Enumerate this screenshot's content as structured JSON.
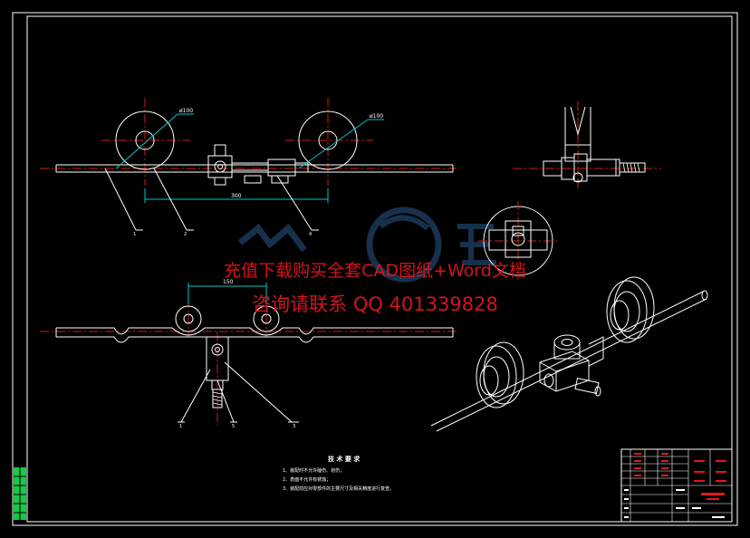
{
  "drawing": {
    "dimensions": {
      "front_diameter_1": "ø100",
      "front_diameter_2": "ø100",
      "front_span": "300",
      "bottom_span": "150"
    },
    "callouts": {
      "front_1": "1",
      "front_2": "2",
      "front_4": "4",
      "bottom_1": "1",
      "bottom_5": "5",
      "bottom_3": "3"
    }
  },
  "tech_requirements": {
    "title": "技 术 要 求",
    "items": [
      "1、装配时不允许磕伤、划伤；",
      "2、表面不允许有锈蚀；",
      "3、装配前应对零部件的主要尺寸及相关精度进行复查。"
    ]
  },
  "watermark": {
    "line1": "充值下载购买全套CAD图纸+Word文档",
    "line2": "咨询请联系  QQ 401339828"
  },
  "colors": {
    "background": "#000000",
    "line": "#ffffff",
    "centerline": "#d41a1a",
    "dimension": "#00c8c8",
    "watermark_red": "#d4141c",
    "title_block_red": "#e01818",
    "stamp_green": "#18c848",
    "logo_blue": "#2a5a8a"
  }
}
